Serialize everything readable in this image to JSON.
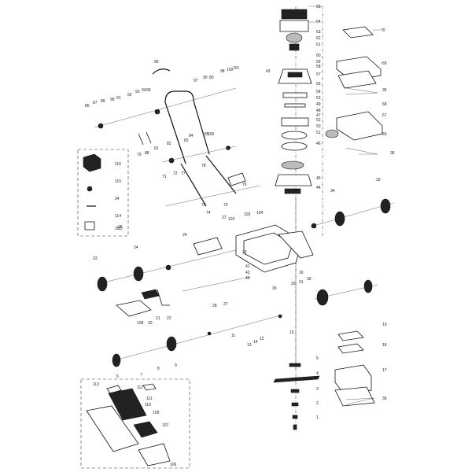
{
  "labels": [
    {
      "t": "65"
    },
    {
      "t": "64"
    },
    {
      "t": "63"
    },
    {
      "t": "62"
    },
    {
      "t": "61"
    },
    {
      "t": "60"
    },
    {
      "t": "59"
    },
    {
      "t": "58"
    },
    {
      "t": "57"
    },
    {
      "t": "56"
    },
    {
      "t": "54"
    },
    {
      "t": "53"
    },
    {
      "t": "52"
    },
    {
      "t": "51"
    },
    {
      "t": "50"
    },
    {
      "t": "49"
    },
    {
      "t": "48"
    },
    {
      "t": "47"
    },
    {
      "t": "46"
    },
    {
      "t": "45"
    },
    {
      "t": "44"
    },
    {
      "t": "43"
    },
    {
      "t": "42"
    },
    {
      "t": "41"
    },
    {
      "t": "40"
    },
    {
      "t": "39"
    },
    {
      "t": "38"
    },
    {
      "t": "37"
    },
    {
      "t": "36"
    },
    {
      "t": "35"
    },
    {
      "t": "34"
    },
    {
      "t": "33"
    },
    {
      "t": "32"
    },
    {
      "t": "31"
    },
    {
      "t": "30"
    },
    {
      "t": "29"
    },
    {
      "t": "28"
    },
    {
      "t": "27"
    },
    {
      "t": "26"
    },
    {
      "t": "25"
    },
    {
      "t": "24"
    },
    {
      "t": "23"
    },
    {
      "t": "22"
    },
    {
      "t": "21"
    },
    {
      "t": "20"
    },
    {
      "t": "19"
    },
    {
      "t": "18"
    },
    {
      "t": "17"
    },
    {
      "t": "16"
    },
    {
      "t": "15"
    },
    {
      "t": "14"
    },
    {
      "t": "13"
    },
    {
      "t": "12"
    },
    {
      "t": "11"
    },
    {
      "t": "10"
    },
    {
      "t": "9"
    },
    {
      "t": "8"
    },
    {
      "t": "7"
    },
    {
      "t": "6"
    },
    {
      "t": "5"
    },
    {
      "t": "4"
    },
    {
      "t": "3"
    },
    {
      "t": "2"
    },
    {
      "t": "1"
    },
    {
      "t": "70"
    },
    {
      "t": "69"
    },
    {
      "t": "68"
    },
    {
      "t": "67"
    },
    {
      "t": "66"
    },
    {
      "t": "71"
    },
    {
      "t": "72"
    },
    {
      "t": "73"
    },
    {
      "t": "74"
    },
    {
      "t": "75"
    },
    {
      "t": "76"
    },
    {
      "t": "77"
    },
    {
      "t": "78"
    },
    {
      "t": "79"
    },
    {
      "t": "80"
    },
    {
      "t": "81"
    },
    {
      "t": "82"
    },
    {
      "t": "83"
    },
    {
      "t": "84"
    },
    {
      "t": "85"
    },
    {
      "t": "86"
    },
    {
      "t": "87"
    },
    {
      "t": "88"
    },
    {
      "t": "89"
    },
    {
      "t": "90"
    },
    {
      "t": "91"
    },
    {
      "t": "92"
    },
    {
      "t": "93"
    },
    {
      "t": "94"
    },
    {
      "t": "95"
    },
    {
      "t": "96"
    },
    {
      "t": "97"
    },
    {
      "t": "98"
    },
    {
      "t": "99"
    },
    {
      "t": "100"
    },
    {
      "t": "101"
    },
    {
      "t": "102"
    },
    {
      "t": "103"
    },
    {
      "t": "104"
    },
    {
      "t": "105"
    },
    {
      "t": "106"
    },
    {
      "t": "107"
    },
    {
      "t": "108"
    },
    {
      "t": "109"
    },
    {
      "t": "110"
    },
    {
      "t": "111"
    },
    {
      "t": "112"
    },
    {
      "t": "113"
    },
    {
      "t": "114"
    },
    {
      "t": "115"
    },
    {
      "t": "116"
    },
    {
      "t": "35"
    },
    {
      "t": "34"
    }
  ]
}
